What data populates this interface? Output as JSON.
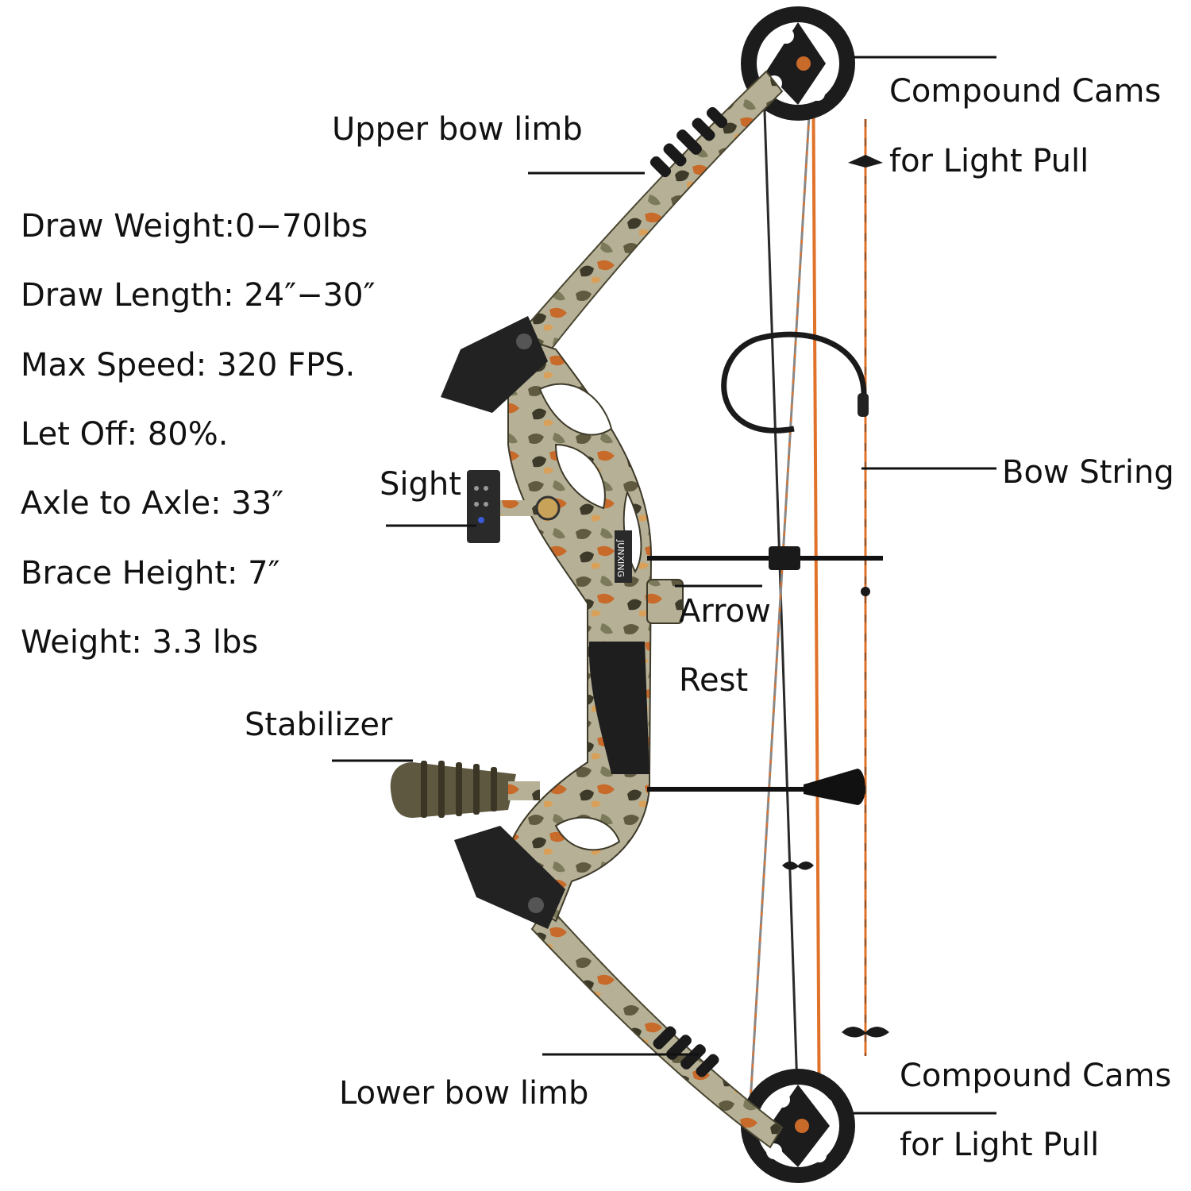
{
  "specs": [
    "Draw Weight:0−70lbs",
    "Draw Length: 24″−30″",
    "Max Speed: 320 FPS.",
    "Let Off: 80%.",
    "Axle to Axle: 33″",
    "Brace Height: 7″",
    "Weight: 3.3 lbs"
  ],
  "labels": {
    "cams_top_line1": "Compound Cams",
    "cams_top_line2": "for Light Pull",
    "upper_limb": "Upper bow limb",
    "bow_string": "Bow String",
    "sight": "Sight",
    "arrow_rest_line1": "Arrow",
    "arrow_rest_line2": "Rest",
    "stabilizer": "Stabilizer",
    "lower_limb": "Lower bow limb",
    "cams_bottom_line1": "Compound Cams",
    "cams_bottom_line2": "for Light Pull"
  },
  "brand": "JUNXING",
  "colors": {
    "camo_base": "#8a8567",
    "camo_dark": "#3e3a2a",
    "camo_orange": "#c86a2a",
    "string_orange": "#e0722a",
    "cable_dark": "#2a2a2a",
    "text": "#111111"
  }
}
